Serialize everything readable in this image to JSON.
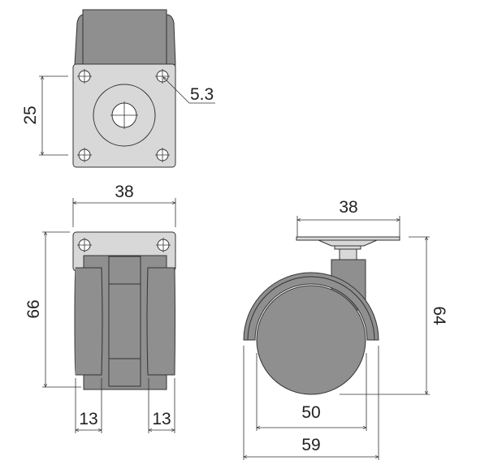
{
  "colors": {
    "body": "#8f8f8f",
    "body_dark": "#7d7d7d",
    "plate": "#d8d8d8",
    "line": "#333333"
  },
  "top_view": {
    "hole_spacing": "25",
    "hole_diameter": "5.3"
  },
  "front_view": {
    "width": "38",
    "height": "66",
    "wheel_width_left": "13",
    "wheel_width_right": "13"
  },
  "side_view": {
    "plate_width": "38",
    "height": "64",
    "wheel_diameter": "50",
    "overall_width": "59"
  }
}
